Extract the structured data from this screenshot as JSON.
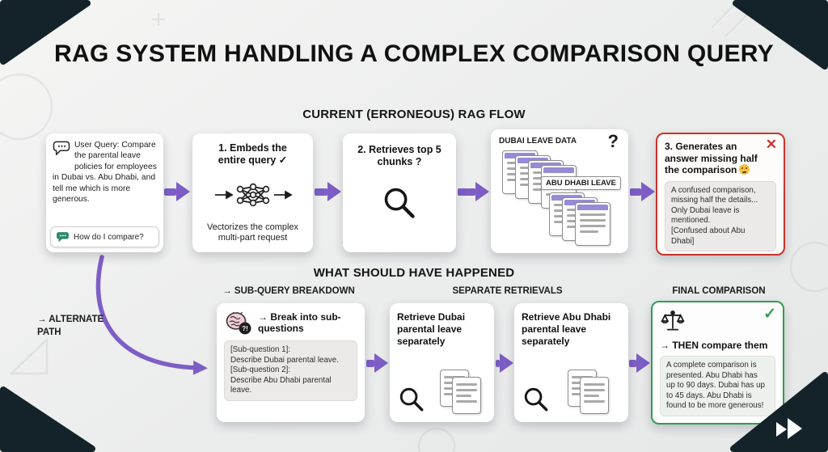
{
  "title": "RAG SYSTEM HANDLING A COMPLEX COMPARISON QUERY",
  "colors": {
    "accent_purple": "#7d5ec6",
    "error_red": "#c9342b",
    "success_green": "#2f9e4e",
    "corner_dark": "#14222a"
  },
  "top_flow": {
    "heading": "CURRENT (ERRONEOUS) RAG FLOW",
    "user_query": {
      "main_text": "User Query: Compare the parental leave policies for employees in Dubai vs. Abu Dhabi, and tell me which is more generous.",
      "bubble_text": "How do I compare?"
    },
    "embed_step": {
      "title": "1. Embeds the\nentire query ✓",
      "caption": "Vectorizes the complex\nmulti-part request"
    },
    "retrieve_step": {
      "title": "2. Retrieves top 5\nchunks ?"
    },
    "data_store": {
      "top_label": "DUBAI LEAVE DATA",
      "question_mark": "?",
      "mid_label": "ABU DHABI LEAVE"
    },
    "answer_step": {
      "title": "3. Generates an\nanswer missing half\nthe comparison",
      "face_icon": "confused-face",
      "error_icon": "✕",
      "body": "A confused comparison,\nmissing half the details...\nOnly Dubai leave is\nmentioned.\n[Confused about Abu Dhabi]"
    }
  },
  "bottom_flow": {
    "heading": "WHAT SHOULD HAVE HAPPENED",
    "alternate_path_label": "→ ALTERNATE\nPATH",
    "column_labels": {
      "breakdown": "→ SUB-QUERY BREAKDOWN",
      "retrievals": "SEPARATE RETRIEVALS",
      "comparison": "FINAL COMPARISON"
    },
    "breakdown_step": {
      "badge": "?!",
      "title": "→ Break into sub-questions",
      "body": "[Sub-question 1]:\nDescribe Dubai parental leave.\n[Sub-question 2]:\nDescribe Abu Dhabi parental\nleave."
    },
    "retrieve_dubai": {
      "title": "Retrieve Dubai\nparental leave\nseparately"
    },
    "retrieve_abu_dhabi": {
      "title": "Retrieve Abu Dhabi\nparental leave\nseparately"
    },
    "compare_step": {
      "success_icon": "✓",
      "title": "→ THEN compare them",
      "body": "A complete comparison is\npresented. Abu Dhabi has\nup to 90 days. Dubai has up\nto 45 days. Abu Dhabi is\nfound to be more generous!"
    }
  }
}
